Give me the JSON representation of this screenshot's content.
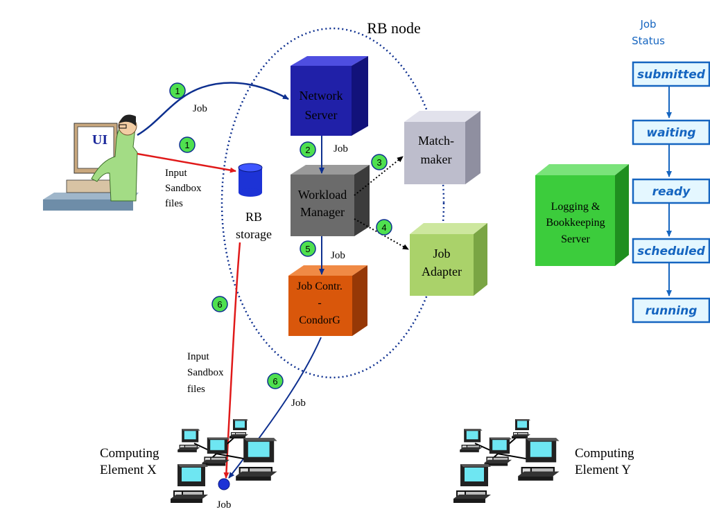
{
  "rb_node": {
    "title": "RB node"
  },
  "ui": {
    "label": "UI"
  },
  "network_server": {
    "line1": "Network",
    "line2": "Server"
  },
  "workload_manager": {
    "line1": "Workload",
    "line2": "Manager"
  },
  "matchmaker": {
    "line1": "Match-",
    "line2": "maker"
  },
  "job_adapter": {
    "line1": "Job",
    "line2": "Adapter"
  },
  "job_controller": {
    "line1": "Job Contr.",
    "line2": "-",
    "line3": "CondorG"
  },
  "logging_server": {
    "line1": "Logging &",
    "line2": "Bookkeeping",
    "line3": "Server"
  },
  "rb_storage": {
    "line1": "RB",
    "line2": "storage"
  },
  "steps": {
    "s1a": "1",
    "s1b": "1",
    "s2": "2",
    "s3": "3",
    "s4": "4",
    "s5": "5",
    "s6a": "6",
    "s6b": "6"
  },
  "labels": {
    "job_ui_ns": "Job",
    "input_sandbox_top": {
      "line1": "Input",
      "line2": "Sandbox",
      "line3": "files"
    },
    "job_ns_wm": "Job",
    "job_wm_jc": "Job",
    "input_sandbox_bottom": {
      "line1": "Input",
      "line2": "Sandbox",
      "line3": "files"
    },
    "job_jc_ce": "Job",
    "job_dot": "Job"
  },
  "computing_element_x": {
    "line1": "Computing",
    "line2": "Element X"
  },
  "computing_element_y": {
    "line1": "Computing",
    "line2": "Element Y"
  },
  "job_status": {
    "title_line1": "Job",
    "title_line2": "Status",
    "states": [
      "submitted",
      "waiting",
      "ready",
      "scheduled",
      "running"
    ]
  },
  "colors": {
    "arrow_blue": "#0d2f8f",
    "arrow_red": "#e01919",
    "network_server": "#2020a8",
    "workload_manager": "#6b6b6b",
    "matchmaker": "#bdbdcc",
    "job_adapter": "#aad26a",
    "job_controller": "#d9570b",
    "logging_server": "#3ccc3c",
    "step_circle": "#4fe04f",
    "status_blue": "#1565c0",
    "status_fill": "#e4f7ff"
  }
}
